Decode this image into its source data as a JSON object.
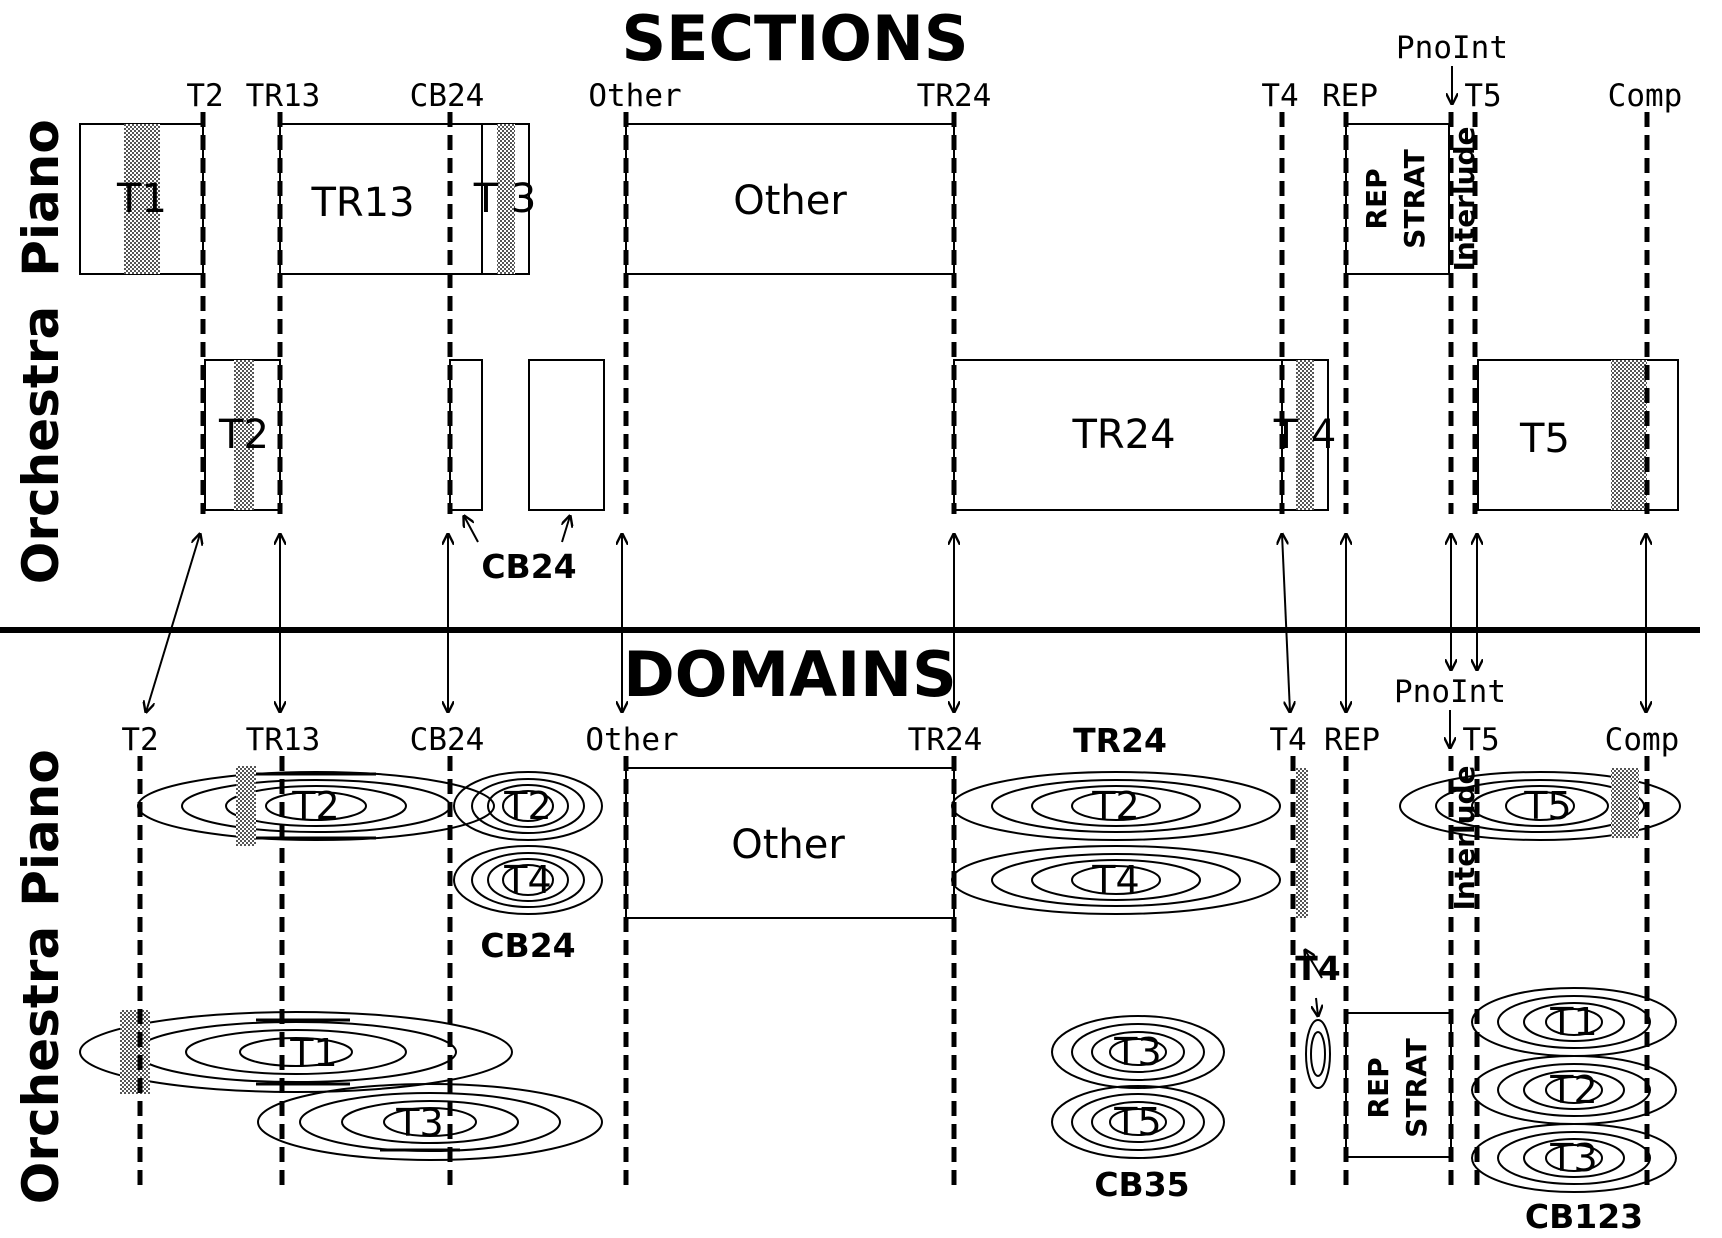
{
  "sections": {
    "title": "SECTIONS",
    "markers": [
      "T2",
      "TR13",
      "CB24",
      "Other",
      "TR24",
      "T4",
      "REP",
      "T5",
      "Comp"
    ],
    "pnoint_label": "PnoInt",
    "rows": [
      "Piano",
      "Orchestra"
    ],
    "piano_blocks": [
      "T1",
      "TR13",
      "T 3",
      "Other"
    ],
    "rep_strat": [
      "REP",
      "STRAT"
    ],
    "interlude": "Interlude",
    "orchestra_blocks": [
      "T2",
      "TR24",
      "T 4",
      "T5"
    ],
    "cb24_callout": "CB24"
  },
  "domains": {
    "title": "DOMAINS",
    "markers": [
      "T2",
      "TR13",
      "CB24",
      "Other",
      "TR24",
      "T4",
      "REP",
      "T5",
      "Comp"
    ],
    "pnoint_label": "PnoInt",
    "rows": [
      "Piano",
      "Orchestra"
    ],
    "tr24_heading": "TR24",
    "piano_domains": [
      "T2",
      "T2",
      "T4",
      "T2",
      "T4",
      "T5"
    ],
    "other_block": "Other",
    "interlude": "Interlude",
    "cb24_label": "CB24",
    "t4_callout": "T4",
    "orchestra_domains": [
      "T1",
      "T3",
      "T3",
      "T5",
      "T1",
      "T2",
      "T3"
    ],
    "rep_strat": [
      "REP",
      "STRAT"
    ],
    "cb35_label": "CB35",
    "cb123_label": "CB123"
  }
}
